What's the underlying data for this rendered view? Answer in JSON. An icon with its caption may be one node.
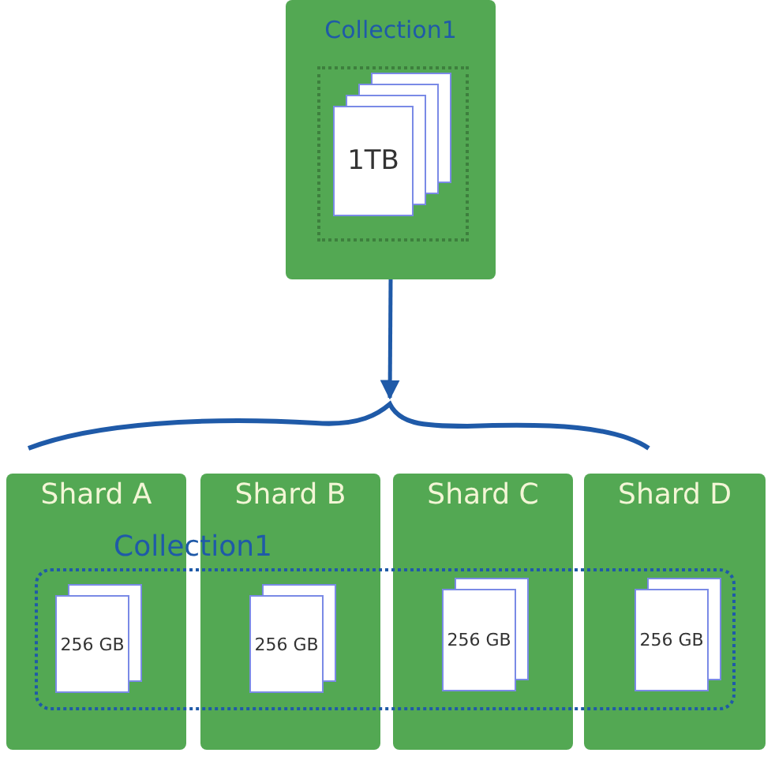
{
  "diagram": {
    "nodes": [
      {
        "text": [
          "Collection1"
        ]
      },
      {
        "text": [
          "1TB"
        ],
        "in": 0
      },
      {
        "text": [
          "Shard A"
        ]
      },
      {
        "text": [
          "Shard B"
        ]
      },
      {
        "text": [
          "Shard C"
        ]
      },
      {
        "text": [
          "Shard D"
        ]
      },
      {
        "text": [
          "Collection1"
        ]
      },
      {
        "text": [
          "256 GB"
        ]
      },
      {
        "text": [
          "256 GB"
        ]
      },
      {
        "text": [
          "256 GB"
        ]
      },
      {
        "text": [
          "256 GB"
        ]
      },
      {
        "text": [],
        "shape": "brace"
      }
    ],
    "edges": [
      {
        "from": 0,
        "to": 11,
        "arrow": "to"
      }
    ]
  }
}
